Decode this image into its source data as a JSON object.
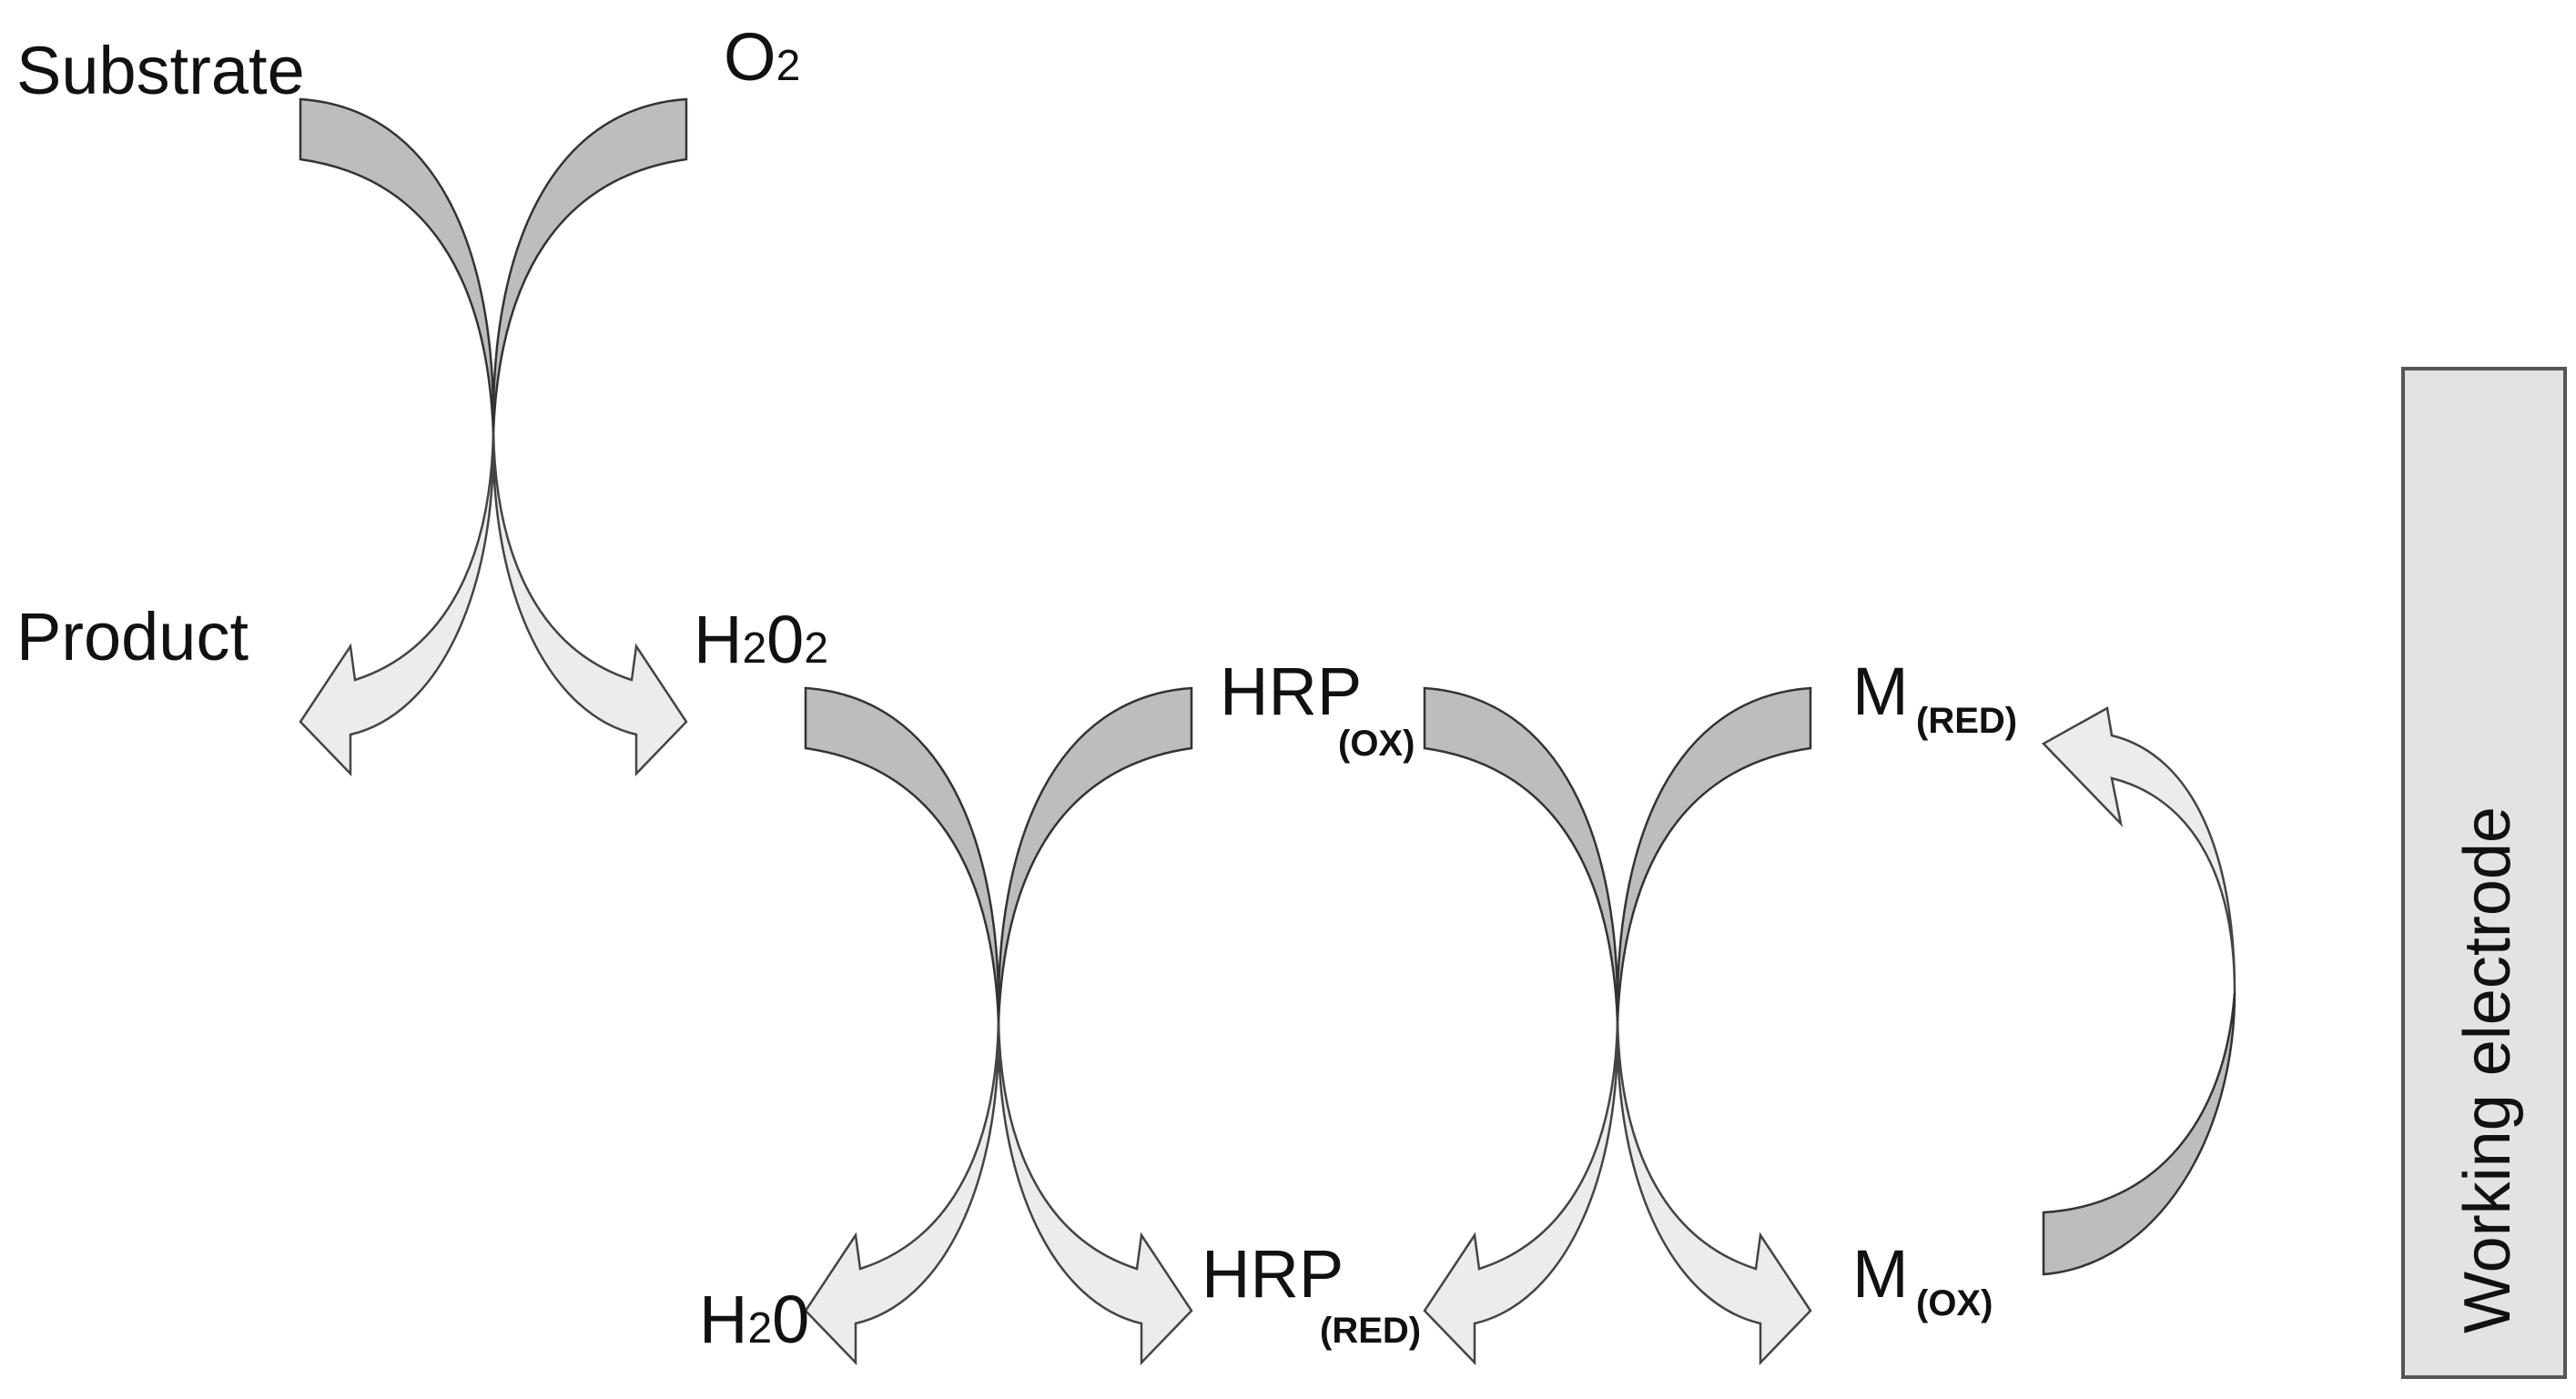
{
  "colors": {
    "reactant_arrow": "#bdbdbd",
    "product_arrow": "#ececec",
    "electrode_fill": "#e3e3e3",
    "electrode_stroke": "#555555",
    "text": "#111111"
  },
  "labels": {
    "substrate": "Substrate",
    "o2_main": "O",
    "o2_sub": "2",
    "product": "Product",
    "h2o2_h": "H",
    "h2o2_2a": "2",
    "h2o2_o": "0",
    "h2o2_2b": "2",
    "hrp_ox_main": "HRP",
    "hrp_ox_sub": "(OX)",
    "h2o_h": "H",
    "h2o_2": "2",
    "h2o_o": "0",
    "hrp_red_main": "HRP",
    "hrp_red_sub": "(RED)",
    "m_red_main": "M",
    "m_red_sub": "(RED)",
    "m_ox_main": "M",
    "m_ox_sub": "(OX)",
    "electrode": "Working electrode"
  }
}
